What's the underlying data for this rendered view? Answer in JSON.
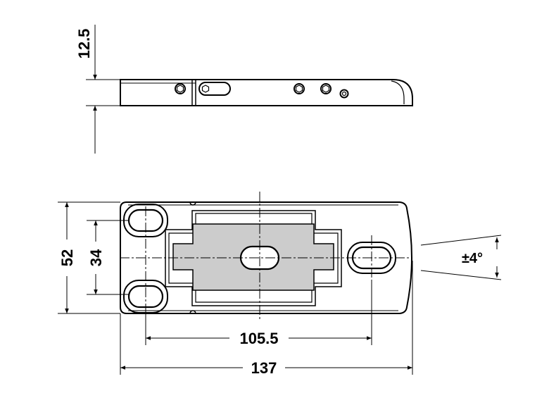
{
  "dimensions": {
    "height_side": "12.5",
    "width_total": "52",
    "hole_spacing_vertical": "34",
    "hole_spacing_horizontal": "105.5",
    "length_total": "137",
    "angle_tolerance": "±4°"
  },
  "colors": {
    "line": "#000000",
    "shading": "#cccccc",
    "background": "#ffffff"
  }
}
